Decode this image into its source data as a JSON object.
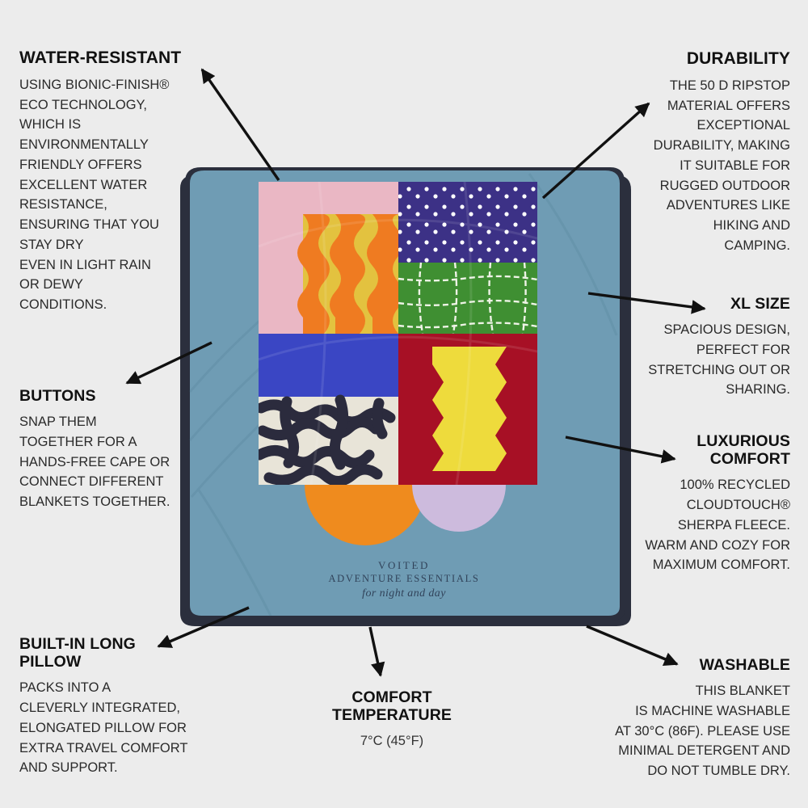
{
  "page": {
    "background_color": "#ececec",
    "text_color": "#111111"
  },
  "callouts": [
    {
      "id": "water-resistant",
      "title": "WATER-RESISTANT",
      "body": "USING BIONIC-FINISH®\nECO TECHNOLOGY,\nWHICH IS\nENVIRONMENTALLY\nFRIENDLY OFFERS\nEXCELLENT WATER\nRESISTANCE,\nENSURING THAT YOU\nSTAY DRY\nEVEN IN LIGHT RAIN\nOR DEWY\nCONDITIONS.",
      "align": "left"
    },
    {
      "id": "buttons",
      "title": "BUTTONS",
      "body": "SNAP THEM\nTOGETHER FOR A\nHANDS-FREE CAPE OR\nCONNECT DIFFERENT\nBLANKETS TOGETHER.",
      "align": "left"
    },
    {
      "id": "built-in-long-pillow",
      "title": "BUILT-IN LONG\nPILLOW",
      "body": "PACKS INTO A\nCLEVERLY INTEGRATED,\nELONGATED PILLOW FOR\nEXTRA TRAVEL COMFORT\nAND SUPPORT.",
      "align": "left"
    },
    {
      "id": "durability",
      "title": "DURABILITY",
      "body": "THE 50 D RIPSTOP\nMATERIAL OFFERS\nEXCEPTIONAL\nDURABILITY, MAKING\nIT SUITABLE FOR\nRUGGED OUTDOOR\nADVENTURES LIKE\nHIKING AND\nCAMPING.",
      "align": "right"
    },
    {
      "id": "xl-size",
      "title": "XL SIZE",
      "body": "SPACIOUS DESIGN,\nPERFECT FOR\nSTRETCHING OUT OR\nSHARING.",
      "align": "right"
    },
    {
      "id": "luxurious-comfort",
      "title": "LUXURIOUS\nCOMFORT",
      "body": "100% RECYCLED\nCLOUDTOUCH®\nSHERPA FLEECE.\nWARM AND COZY FOR\nMAXIMUM COMFORT.",
      "align": "right"
    },
    {
      "id": "washable",
      "title": "WASHABLE",
      "body": "THIS BLANKET\nIS MACHINE WASHABLE\nAT 30°C (86F). PLEASE USE\nMINIMAL DETERGENT AND\nDO NOT TUMBLE DRY.",
      "align": "right"
    },
    {
      "id": "comfort-temperature",
      "title": "COMFORT\nTEMPERATURE",
      "body": "7°C (45°F)",
      "align": "center"
    }
  ],
  "product": {
    "name": "voited-outdoor-blanket",
    "brand_logo": {
      "line1": "VOITED",
      "line2": "ADVENTURE ESSENTIALS",
      "line3": "for night and day"
    },
    "colors": {
      "base_fabric": "#6f9cb4",
      "piping": "#2b2f3d",
      "panel_pink": "#eab7c4",
      "wave_orange": "#ef7b21",
      "wave_yellow": "#e3c23f",
      "dots_navy": "#3c3186",
      "dots_white": "#ffffff",
      "grid_green": "#3f8f32",
      "grid_line": "#eef3e6",
      "solid_blue": "#3a46c4",
      "squiggle_dark": "#2b2b3d",
      "squiggle_cream": "#e8e4d8",
      "panel_maroon": "#a71025",
      "zigzag_yellow": "#eedb3c",
      "semicircle_orange": "#ef8b1e",
      "semicircle_lavender": "#cdbbdd"
    },
    "patches": [
      {
        "position": "top-left",
        "pattern": "orange-yellow-waves-on-pink"
      },
      {
        "position": "top-right",
        "pattern": "white-dots-on-navy"
      },
      {
        "position": "mid-right",
        "pattern": "white-grid-on-green"
      },
      {
        "position": "bottom-left",
        "pattern": "solid-blue-over-squiggle-camo"
      },
      {
        "position": "bottom-right",
        "pattern": "yellow-zigzag-column-on-maroon"
      }
    ]
  },
  "arrows": [
    {
      "id": "arrow-water-resistant",
      "from": "water-resistant",
      "to": "blanket-top-left"
    },
    {
      "id": "arrow-buttons",
      "from": "blanket-left-edge",
      "to": "buttons"
    },
    {
      "id": "arrow-built-in-pillow",
      "from": "blanket-bottom-left",
      "to": "built-in-long-pillow"
    },
    {
      "id": "arrow-durability",
      "from": "durability",
      "to": "blanket-top-right"
    },
    {
      "id": "arrow-xl-size",
      "from": "blanket-right-edge",
      "to": "xl-size"
    },
    {
      "id": "arrow-luxurious",
      "from": "blanket-right-lower",
      "to": "luxurious-comfort"
    },
    {
      "id": "arrow-washable",
      "from": "blanket-bottom-right",
      "to": "washable"
    },
    {
      "id": "arrow-comfort-temp",
      "from": "blanket-bottom",
      "to": "comfort-temperature"
    }
  ]
}
